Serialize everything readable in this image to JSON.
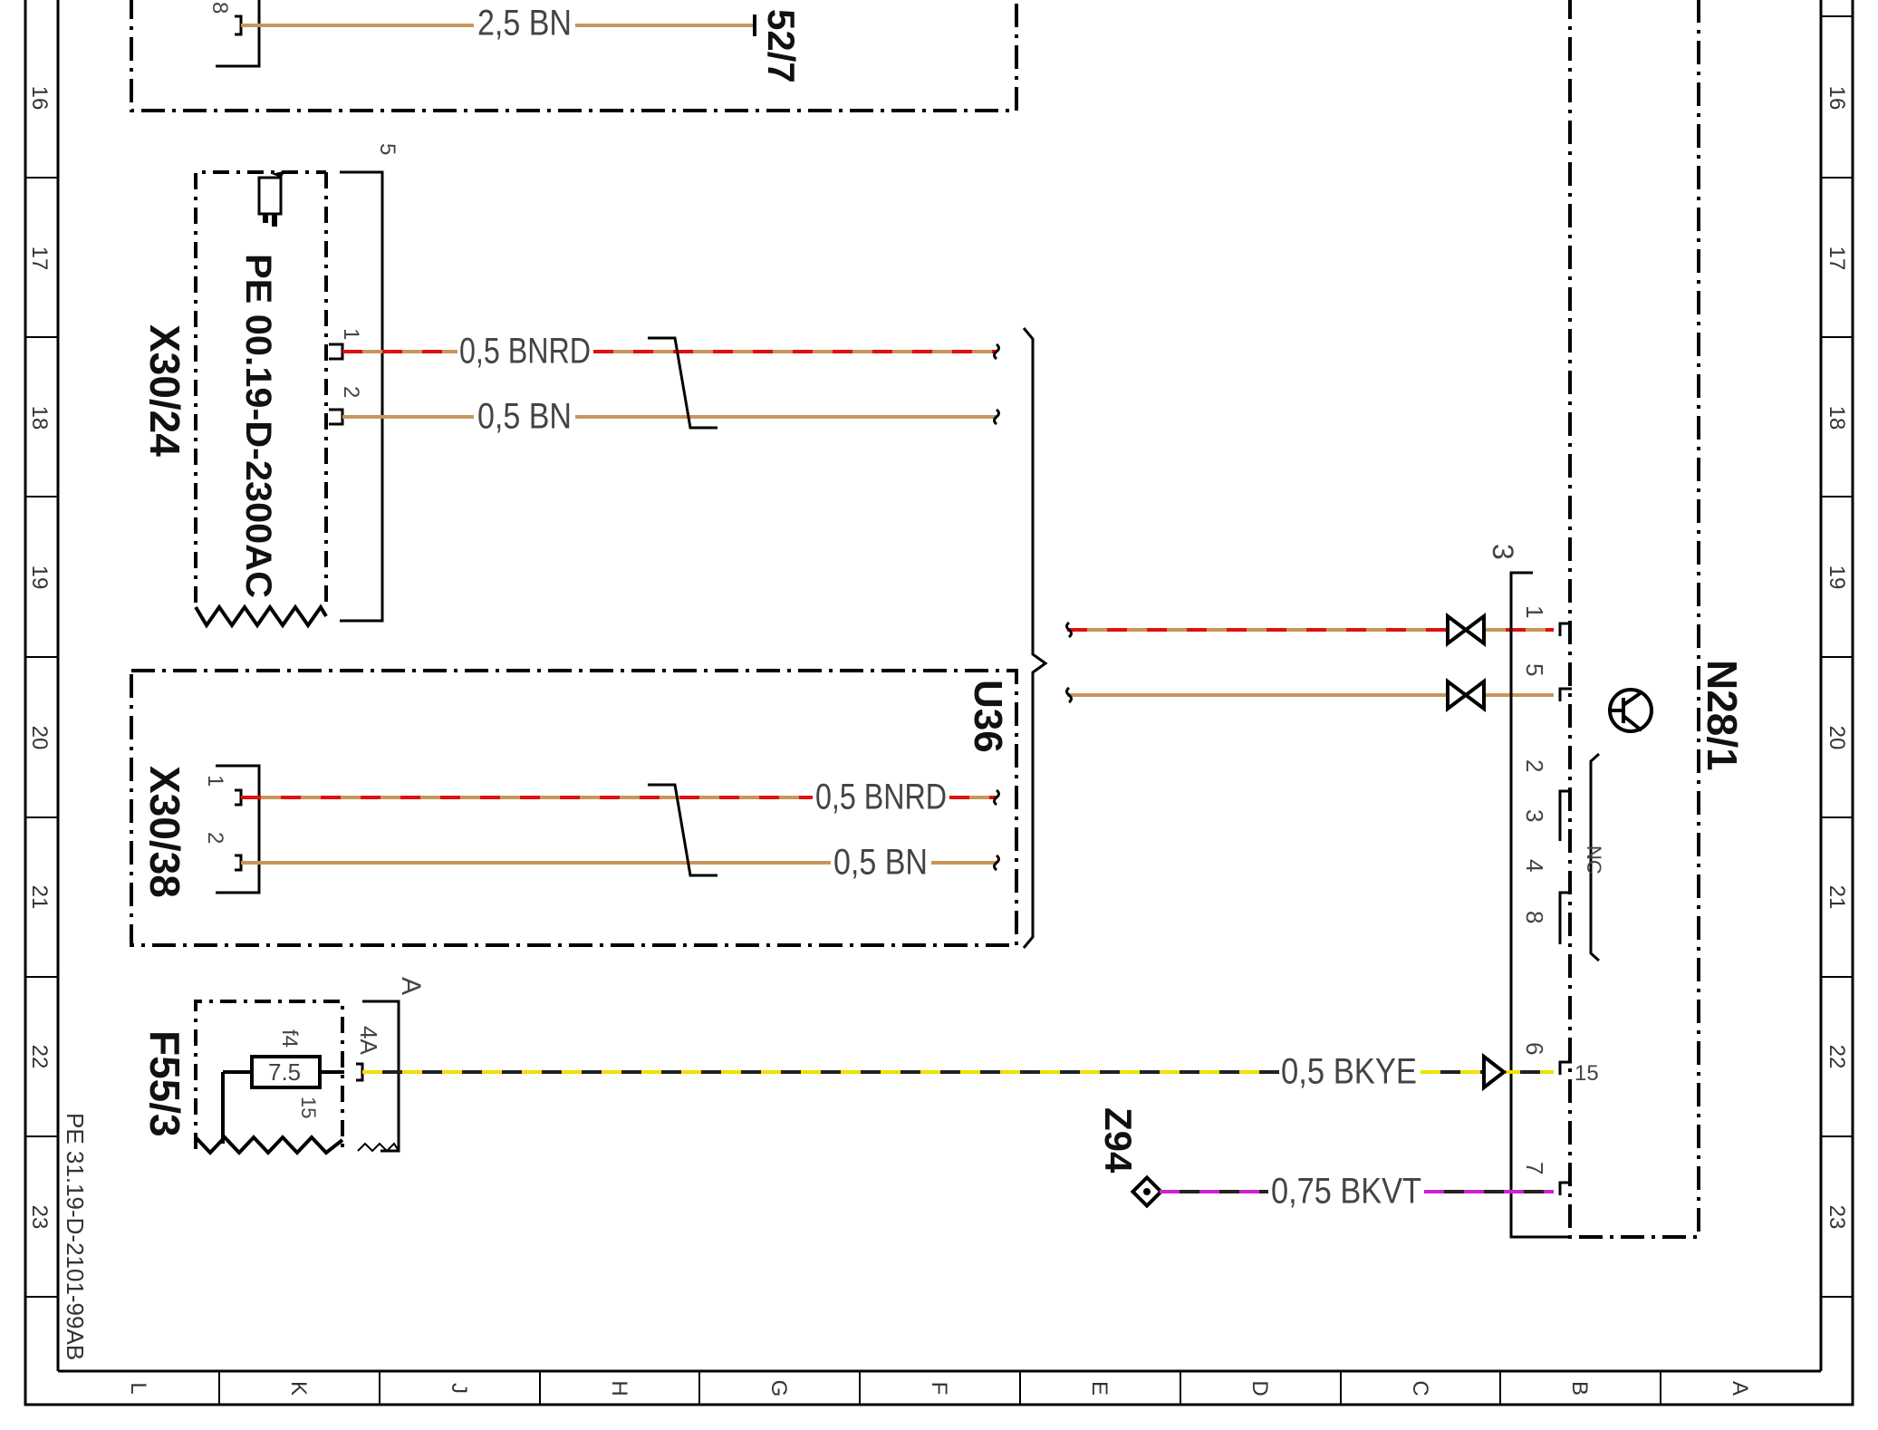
{
  "grid": {
    "rows": [
      "16",
      "17",
      "18",
      "19",
      "20",
      "21",
      "22",
      "23"
    ],
    "columns": [
      "L",
      "K",
      "J",
      "H",
      "G",
      "F",
      "E",
      "D",
      "C",
      "B",
      "A"
    ]
  },
  "doc_id": "PE 31.19-D-2101-99AB",
  "components": {
    "x30_24": {
      "name": "X30/24",
      "ref": "PE 00.19-D-2300AC",
      "conn": "5",
      "pin1": "1",
      "pin2": "2"
    },
    "x30_38": {
      "name": "X30/38",
      "pin1": "1",
      "pin2": "2"
    },
    "u36": {
      "name": "U36"
    },
    "n28_1": {
      "name": "N28/1",
      "conn": "3",
      "nc": "NC",
      "pin15": "15",
      "pins": [
        "1",
        "5",
        "2",
        "3",
        "4",
        "8",
        "6",
        "7"
      ]
    },
    "f55_3": {
      "name": "F55/3",
      "conn": "A",
      "fuse": "f4",
      "rating": "7.5",
      "amp": "4A",
      "pin": "15"
    },
    "z94": {
      "name": "Z94"
    },
    "top_ref": {
      "name": "52/7",
      "pin": "8"
    }
  },
  "wires": {
    "top": "2,5 BN",
    "x24_1": "0,5 BNRD",
    "x24_2": "0,5 BN",
    "x38_1": "0,5 BNRD",
    "x38_2": "0,5 BN",
    "fuse": "0,5 BKYE",
    "z94": "0,75 BKVT"
  },
  "colors": {
    "BN": "#c8965a",
    "RD": "#e01010",
    "YE": "#f0e000",
    "BK": "#222222",
    "VT": "#d020d0",
    "frame": "#000000"
  },
  "icons": [
    "pointing-hand-icon",
    "transistor-icon",
    "connector-arrow-icon",
    "splice-point-icon"
  ]
}
